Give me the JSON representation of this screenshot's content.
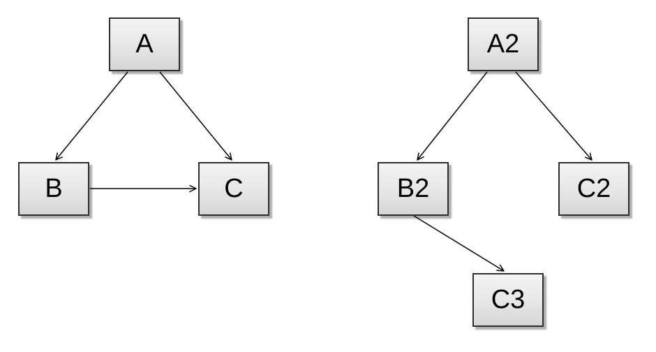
{
  "diagram": {
    "description": "Two directed graphs",
    "nodes": [
      {
        "id": "A",
        "label": "A"
      },
      {
        "id": "B",
        "label": "B"
      },
      {
        "id": "C",
        "label": "C"
      },
      {
        "id": "A2",
        "label": "A2"
      },
      {
        "id": "B2",
        "label": "B2"
      },
      {
        "id": "C2",
        "label": "C2"
      },
      {
        "id": "C3",
        "label": "C3"
      }
    ],
    "edges": [
      {
        "from": "A",
        "to": "B",
        "directed": true
      },
      {
        "from": "A",
        "to": "C",
        "directed": true
      },
      {
        "from": "B",
        "to": "C",
        "directed": true
      },
      {
        "from": "A2",
        "to": "B2",
        "directed": true
      },
      {
        "from": "A2",
        "to": "C2",
        "directed": true
      },
      {
        "from": "B2",
        "to": "C3",
        "directed": true
      }
    ],
    "colors": {
      "node_fill_top": "#f4f4f4",
      "node_fill_bottom": "#d6d6d6",
      "node_border": "#2e2e2e",
      "edge_stroke": "#000000",
      "shadow": "#b0b0b0",
      "background": "#ffffff"
    }
  }
}
